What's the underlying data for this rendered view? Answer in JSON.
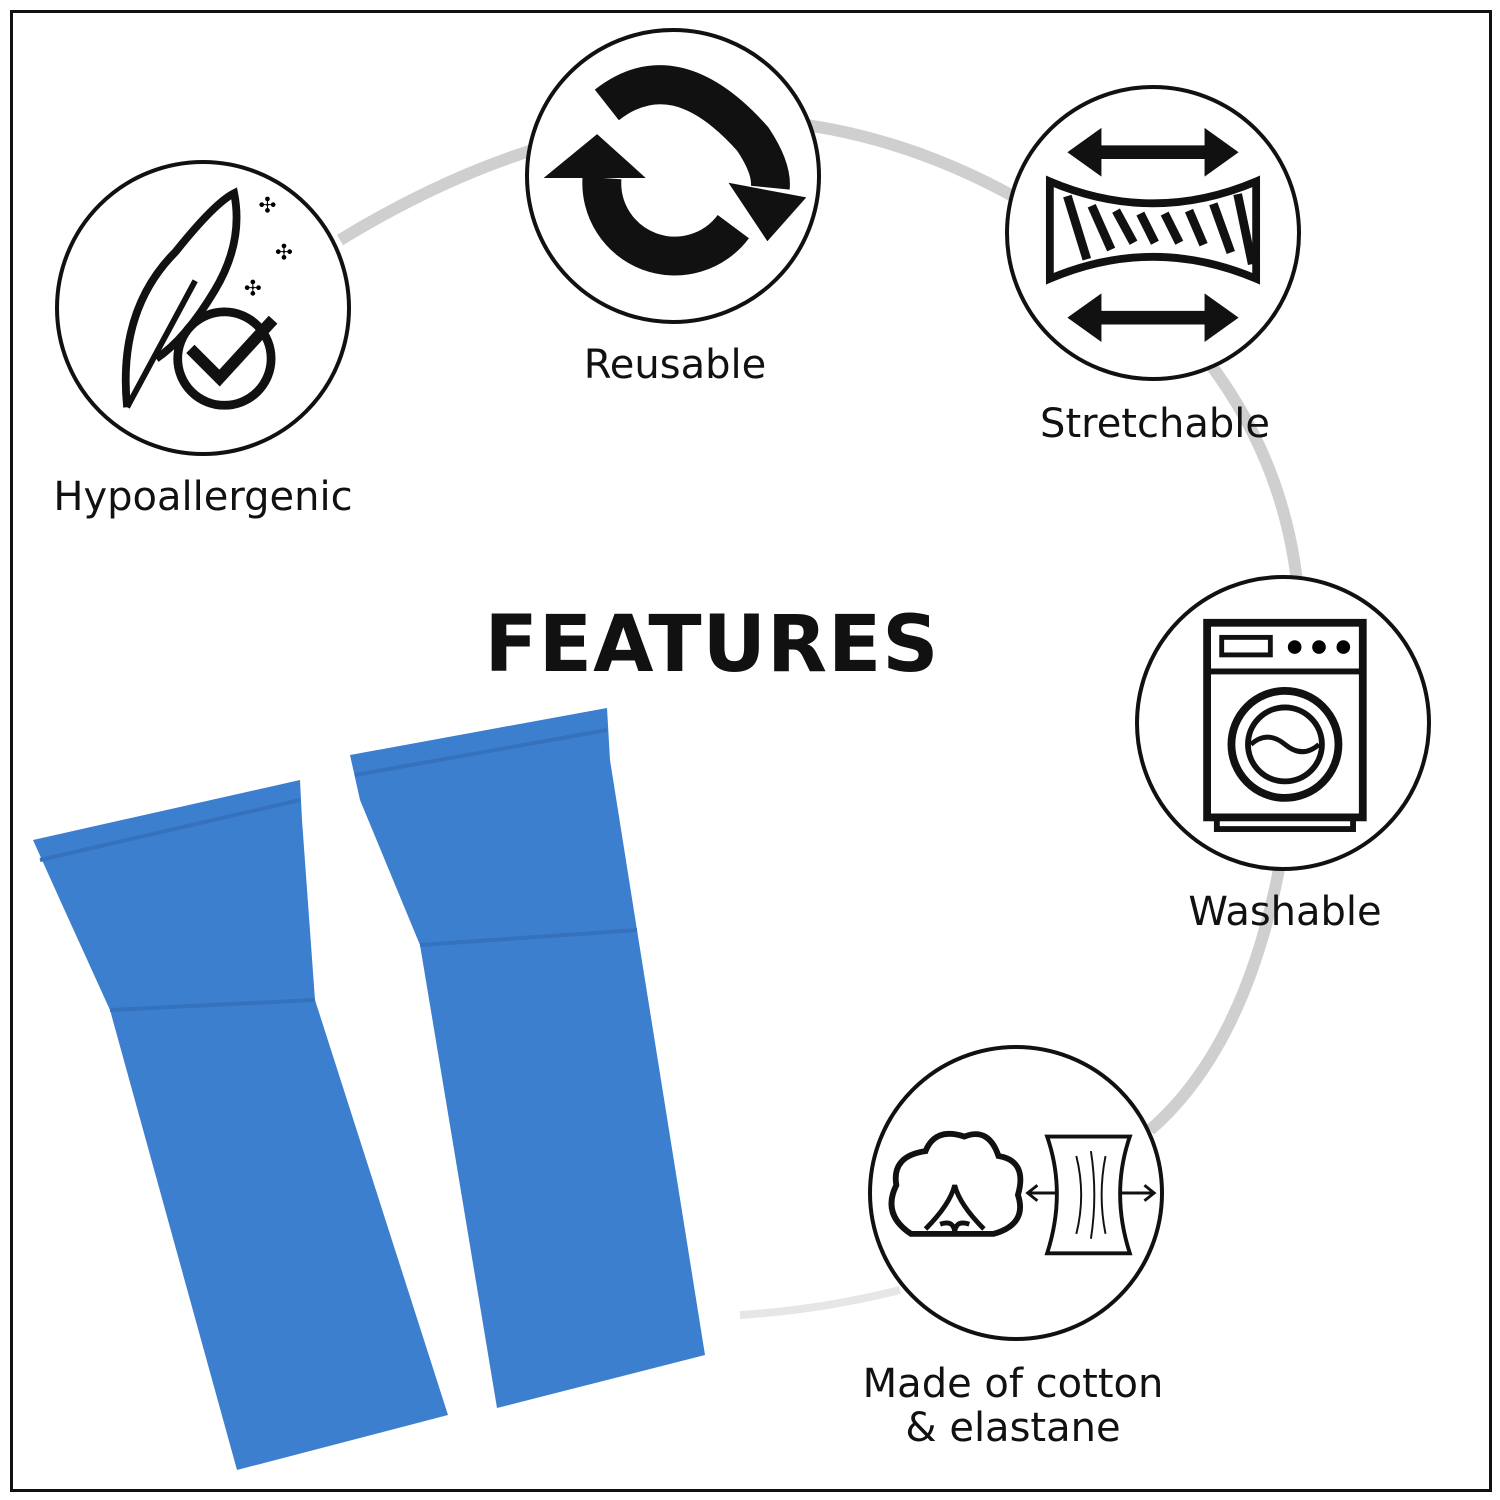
{
  "title": "FEATURES",
  "features": [
    {
      "label": "Hypoallergenic",
      "icon": "feather-check-icon"
    },
    {
      "label": "Reusable",
      "icon": "recycle-arrows-icon"
    },
    {
      "label": "Stretchable",
      "icon": "stretch-fabric-icon"
    },
    {
      "label": "Washable",
      "icon": "washing-machine-icon"
    },
    {
      "label_line1": "Made of cotton",
      "label_line2": "& elastane",
      "icon": "cotton-elastane-icon"
    }
  ],
  "colors": {
    "product": "#3d7fcf",
    "ring": "#cfcfcf",
    "ink": "#111111"
  }
}
